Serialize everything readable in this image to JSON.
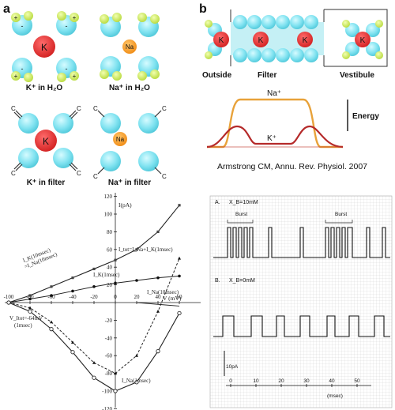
{
  "panel_a": {
    "letter": "a",
    "k_water": "K⁺ in H₂O",
    "na_water": "Na⁺ in H₂O",
    "k_filter": "K⁺ in filter",
    "na_filter": "Na⁺ in filter",
    "k_symbol": "K",
    "na_symbol": "Na",
    "carbonyl_c": "C",
    "charge_plus": "+",
    "charge_minus": "-"
  },
  "panel_b": {
    "letter": "b",
    "outside": "Outside",
    "filter": "Filter",
    "vestibule": "Vestibule",
    "k_symbol": "K",
    "energy": "Energy",
    "na_curve": "Na⁺",
    "k_curve": "K⁺",
    "citation": "Armstrong CM, Annu. Rev. Physiol. 2007",
    "colors": {
      "na_curve": "#e8a23a",
      "k_curve": "#b52a2a"
    }
  },
  "iv_plot": {
    "ylabel": "I(pA)",
    "xlabel": "V (mV)",
    "x_ticks": [
      "-100",
      "-80",
      "-60",
      "-40",
      "-20",
      "0",
      "20",
      "40",
      "60"
    ],
    "y_ticks": [
      "120",
      "100",
      "80",
      "60",
      "40",
      "20",
      "-20",
      "-40",
      "-60",
      "-80",
      "-100",
      "-120"
    ],
    "labels": {
      "ik_10": "I_K(10msec)",
      "ina_10": "=I_Na(10msec)",
      "itot": "I_tot=I_Na+I_K(1msec)",
      "ik_1": "I_K(1msec)",
      "ina_10b": "I_Na(10msec)",
      "vtot": "V_Itot=-64mV",
      "vtot_sub": "(1msec)",
      "ina_1": "I_Na(1msec)"
    }
  },
  "traces": {
    "a_label": "A.",
    "a_cond": "X_B=10mM",
    "burst1": "Burst",
    "burst2": "Burst",
    "b_label": "B.",
    "b_cond": "X_B=0mM",
    "scale_label": "10pA",
    "time_ticks": [
      "0",
      "10",
      "20",
      "30",
      "40",
      "50"
    ],
    "time_unit": "(msec)"
  }
}
